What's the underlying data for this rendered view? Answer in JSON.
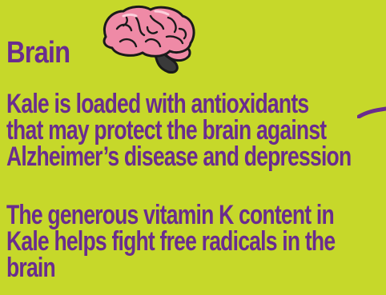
{
  "title": "Brain",
  "paragraphs": [
    {
      "lines": [
        "Kale is loaded with antioxidants",
        "that may protect the brain against",
        "Alzheimer’s disease and depression"
      ]
    },
    {
      "lines": [
        "The generous vitamin K content in",
        "Kale helps fight free radicals in the",
        "brain"
      ]
    }
  ],
  "colors": {
    "background": "#c6d82a",
    "text": "#6a2c8e",
    "brain_fill": "#ef8aa6",
    "brain_outline": "#1a1a1a"
  },
  "icons": {
    "illustration": "brain-icon",
    "pointer": "arrow-icon"
  }
}
